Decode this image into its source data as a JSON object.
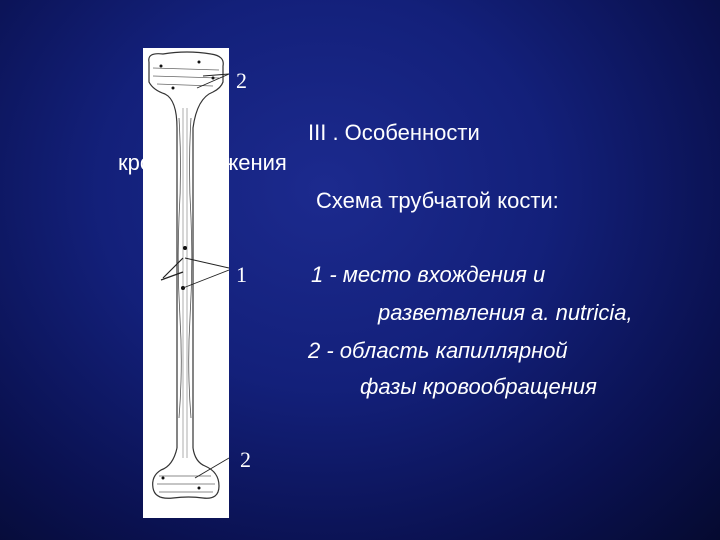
{
  "slide": {
    "background_color": "#13207a",
    "title_line1": "III . Особенности",
    "title_line2": "кровоснабжения",
    "subtitle": "Схема трубчатой кости:",
    "legend": [
      "1 - место вхождения и",
      "разветвления a. nutricia,",
      "2 - область капиллярной",
      "фазы кровообращения"
    ]
  },
  "figure": {
    "markers": [
      "2",
      "1",
      "2"
    ]
  }
}
